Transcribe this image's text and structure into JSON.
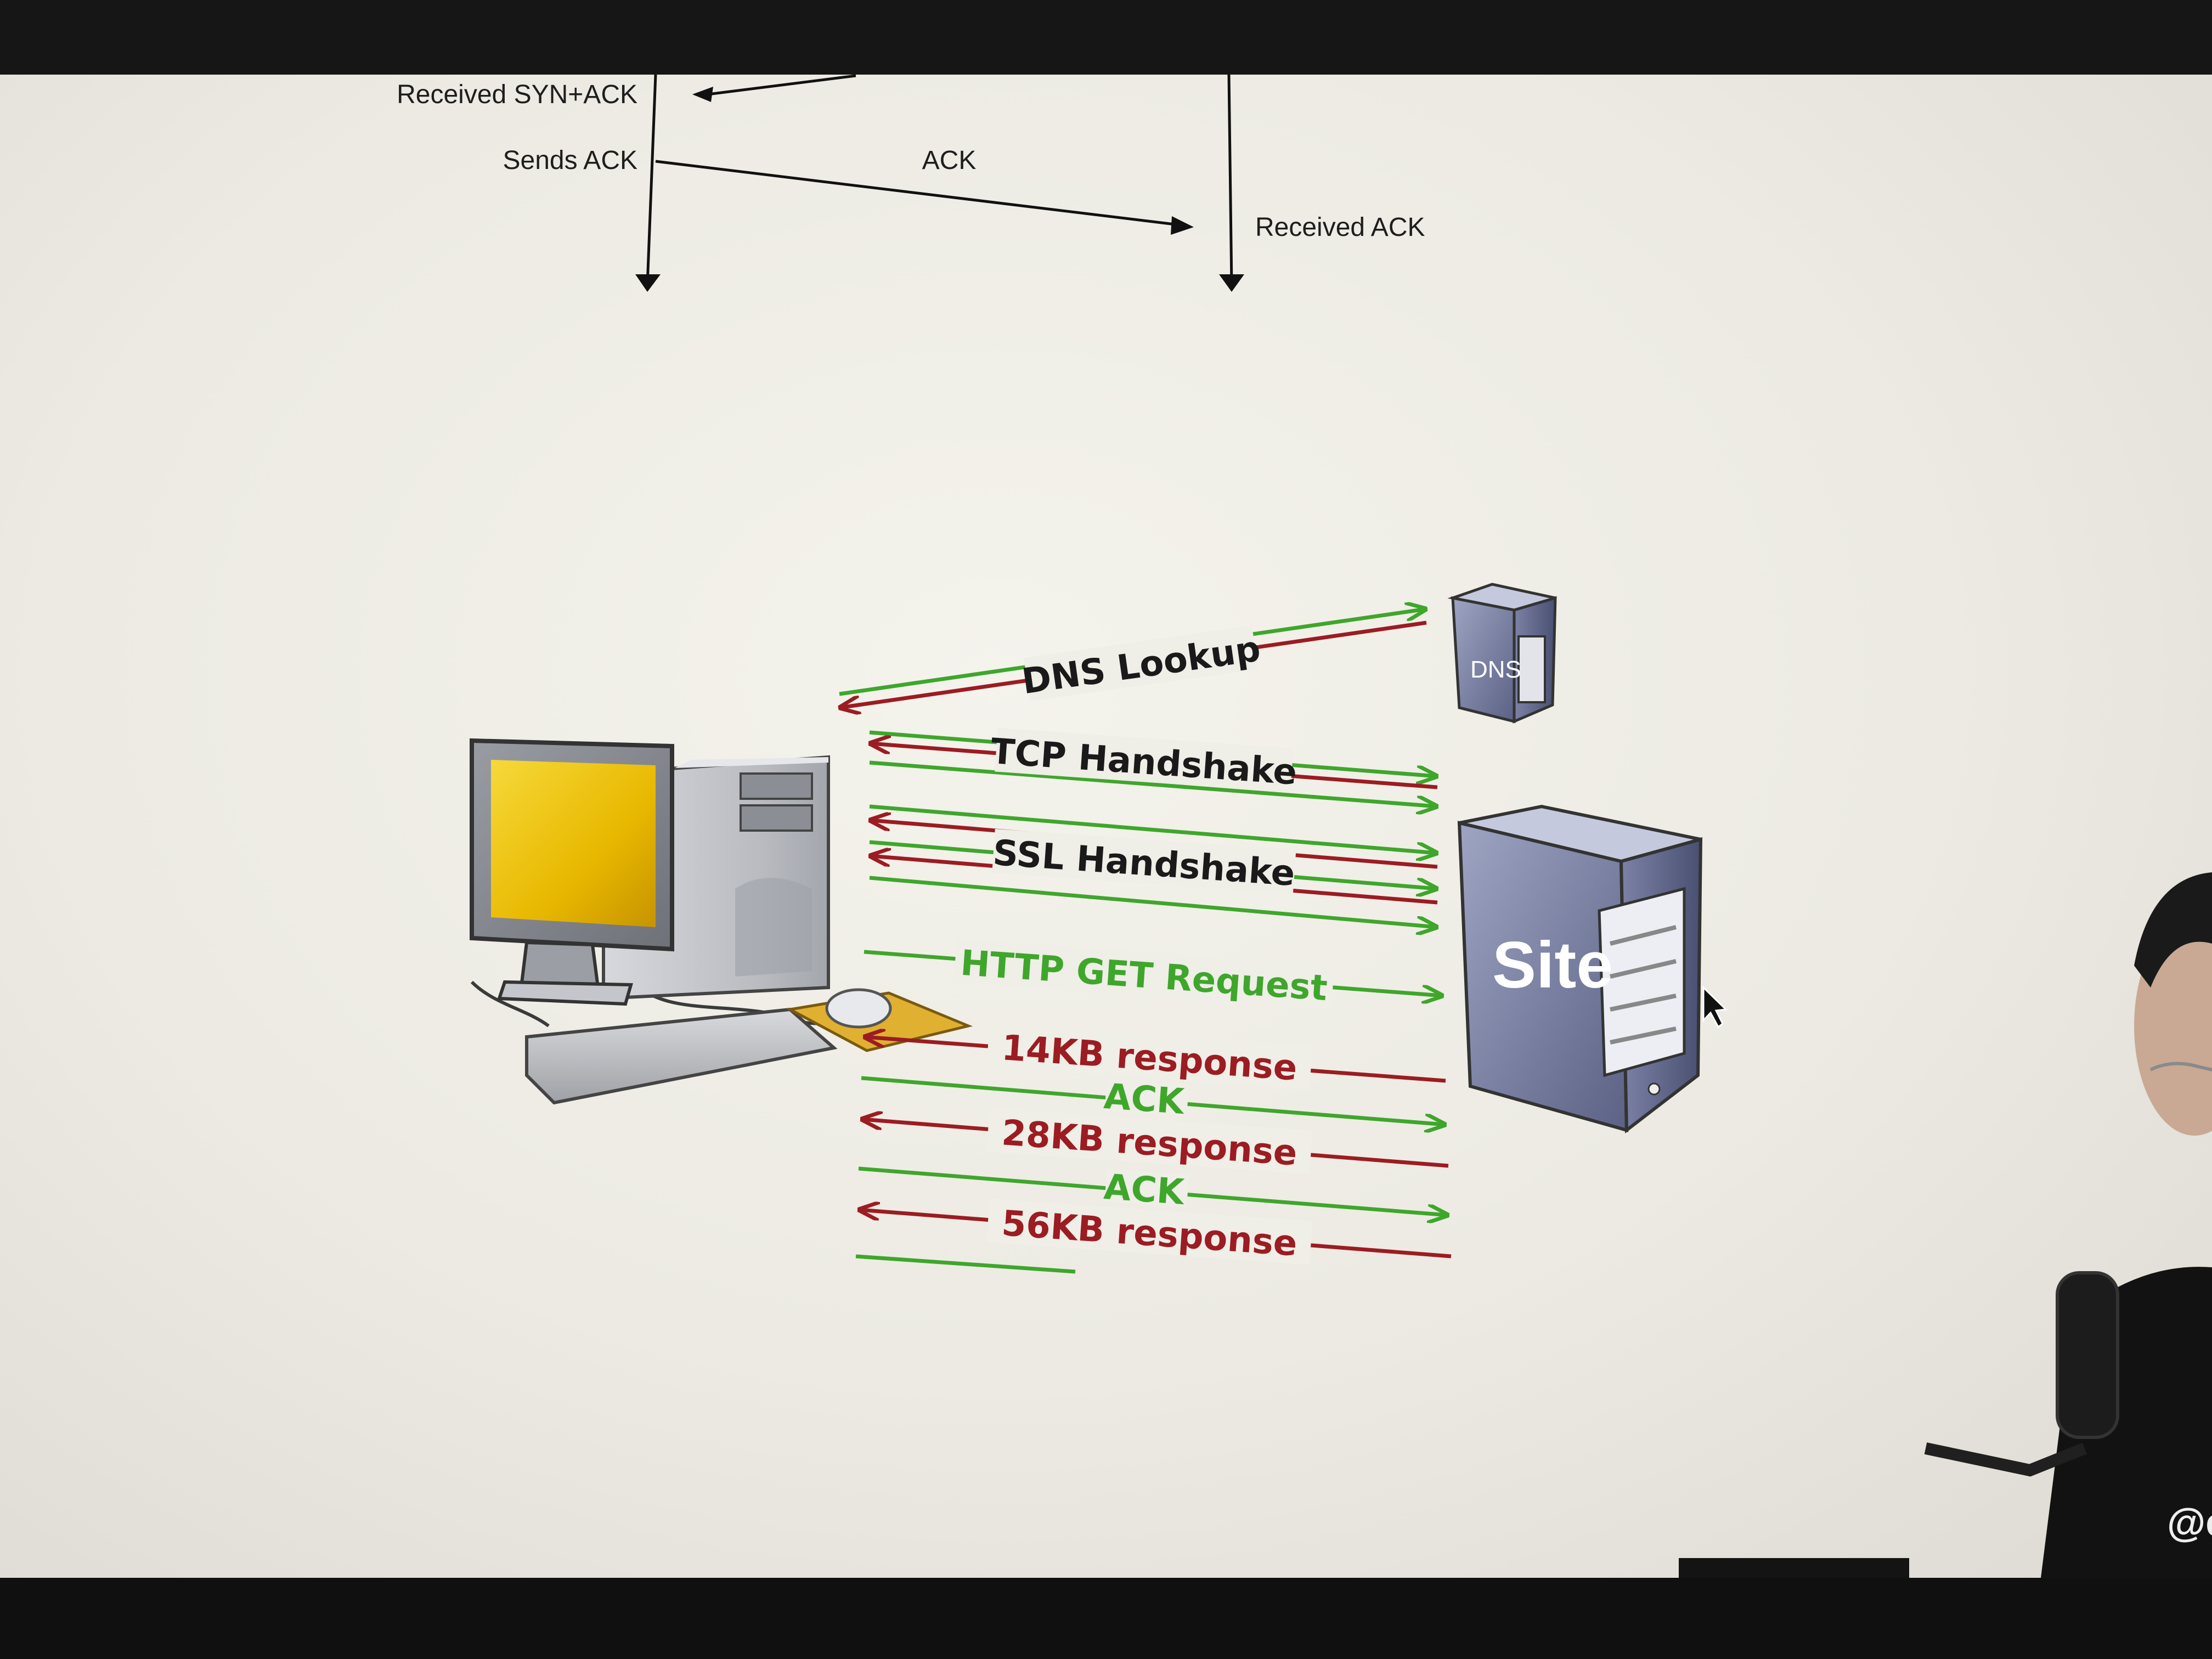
{
  "sequence_diagram": {
    "received_syn_ack": "Received SYN+ACK",
    "sends_ack": "Sends ACK",
    "ack_message": "ACK",
    "received_ack": "Received ACK"
  },
  "flow_diagram": {
    "dns_lookup": "DNS Lookup",
    "tcp_handshake": "TCP Handshake",
    "ssl_handshake": "SSL Handshake",
    "http_get_request": "HTTP GET Request",
    "response_14kb": "14KB response",
    "ack_1": "ACK",
    "response_28kb": "28KB response",
    "ack_2": "ACK",
    "response_56kb": "56KB response",
    "dns_server_label": "DNS",
    "site_server_label": "Site"
  },
  "colors": {
    "request_green": "#3fa62c",
    "response_red": "#9b1c22",
    "label_dark": "#1a1a1a"
  },
  "overlay": {
    "watermark": "@er"
  }
}
